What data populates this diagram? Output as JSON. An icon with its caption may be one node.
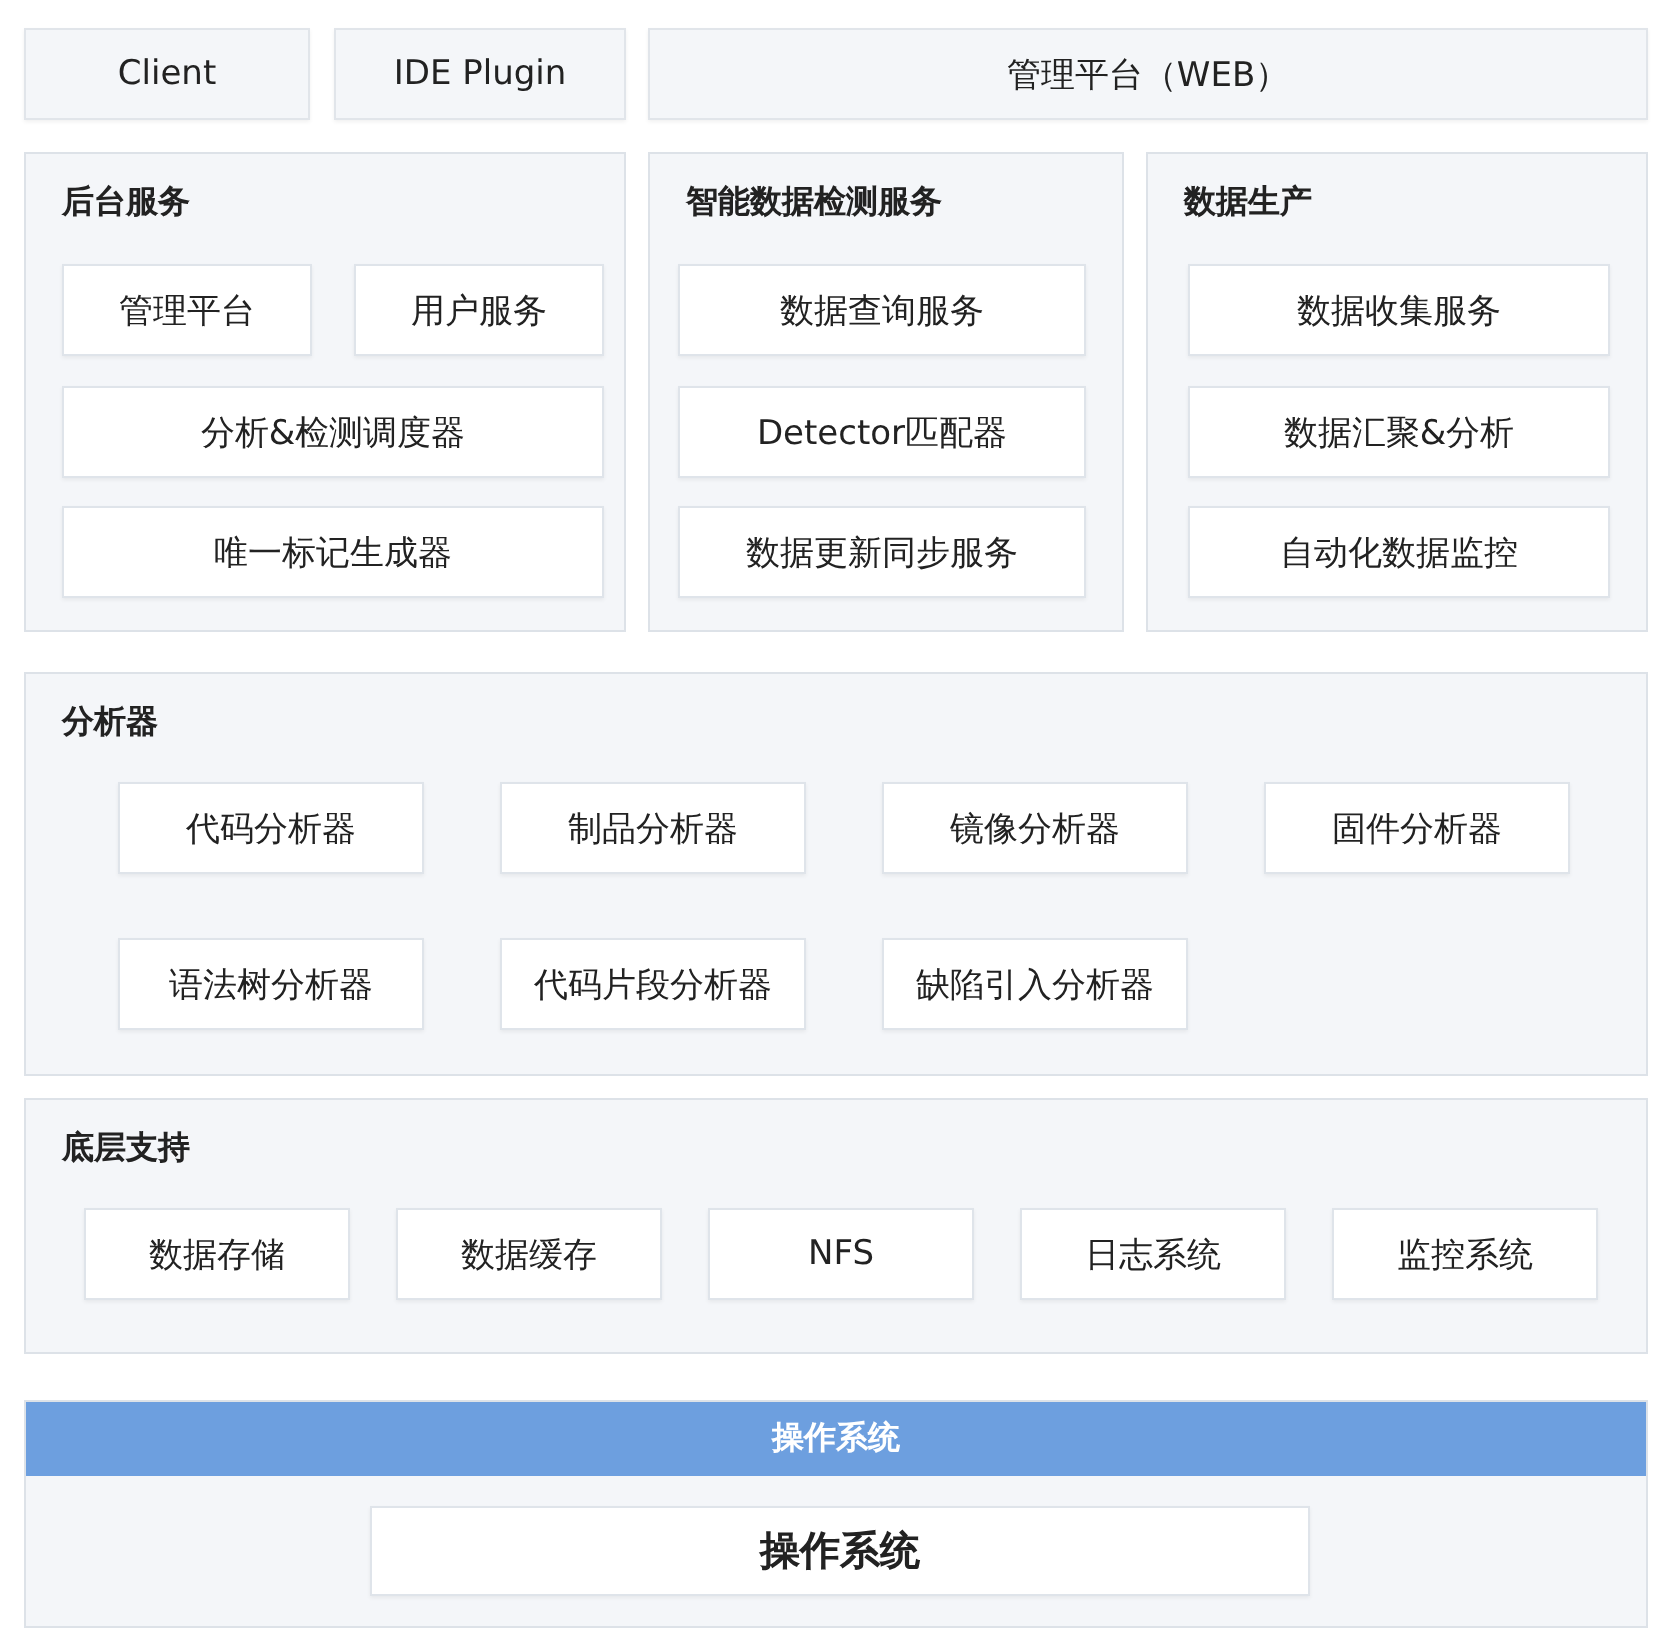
{
  "diagram": {
    "nodes": [
      {
        "text": [
          "Client"
        ]
      },
      {
        "text": [
          "IDE Plugin"
        ]
      },
      {
        "text": [
          "管理平台（WEB）"
        ]
      },
      {
        "text": [
          "后台服务"
        ]
      },
      {
        "text": [
          "管理平台"
        ],
        "in": 3
      },
      {
        "text": [
          "用户服务"
        ],
        "in": 3
      },
      {
        "text": [
          "分析&检测调度器"
        ],
        "in": 3
      },
      {
        "text": [
          "唯一标记生成器"
        ],
        "in": 3
      },
      {
        "text": [
          "智能数据检测服务"
        ]
      },
      {
        "text": [
          "数据查询服务"
        ],
        "in": 8
      },
      {
        "text": [
          "Detector匹配器"
        ],
        "in": 8
      },
      {
        "text": [
          "数据更新同步服务"
        ],
        "in": 8
      },
      {
        "text": [
          "数据生产"
        ]
      },
      {
        "text": [
          "数据收集服务"
        ],
        "in": 12
      },
      {
        "text": [
          "数据汇聚&分析"
        ],
        "in": 12
      },
      {
        "text": [
          "自动化数据监控"
        ],
        "in": 12
      },
      {
        "text": [
          "分析器"
        ]
      },
      {
        "text": [
          "代码分析器"
        ],
        "in": 16
      },
      {
        "text": [
          "制品分析器"
        ],
        "in": 16
      },
      {
        "text": [
          "镜像分析器"
        ],
        "in": 16
      },
      {
        "text": [
          "固件分析器"
        ],
        "in": 16
      },
      {
        "text": [
          "语法树分析器"
        ],
        "in": 16
      },
      {
        "text": [
          "代码片段分析器"
        ],
        "in": 16
      },
      {
        "text": [
          "缺陷引入分析器"
        ],
        "in": 16
      },
      {
        "text": [
          "底层支持"
        ]
      },
      {
        "text": [
          "数据存储"
        ],
        "in": 24
      },
      {
        "text": [
          "数据缓存"
        ],
        "in": 24
      },
      {
        "text": [
          "NFS"
        ],
        "in": 24
      },
      {
        "text": [
          "日志系统"
        ],
        "in": 24
      },
      {
        "text": [
          "监控系统"
        ],
        "in": 24
      },
      {
        "text": [
          "操作系统"
        ]
      },
      {
        "text": [
          "操作系统"
        ],
        "in": 30
      }
    ]
  }
}
